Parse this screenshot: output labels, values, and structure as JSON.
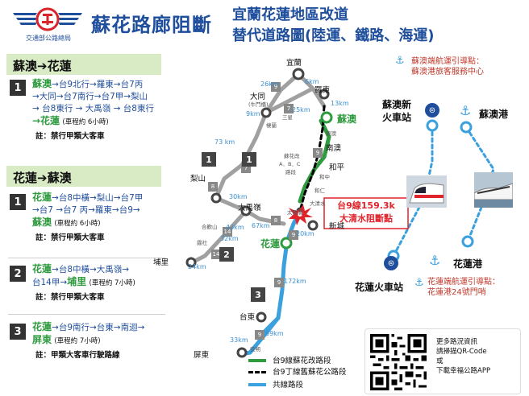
{
  "header": {
    "agency": "交通部公路總局",
    "title": "蘇花路廊阻斷",
    "subtitle_line1": "宜蘭花蓮地區改道",
    "subtitle_line2": "替代道路圖(陸運、鐵路、海運)"
  },
  "north_south": {
    "heading": "蘇澳➔花蓮",
    "option1": {
      "num": "1",
      "start": "蘇澳",
      "line1_rest": "→台9北行→羅東→台7丙",
      "line2": "→大同→台7南行→台7甲→梨山",
      "line3": "→ 台8東行 → 大禹嶺 → 台8東行",
      "end": "→花蓮",
      "time": "(車程約 6小時)",
      "note": "註：禁行甲類大客車"
    }
  },
  "south_north": {
    "heading": "花蓮➔蘇澳",
    "option1": {
      "num": "1",
      "start": "花蓮",
      "line1_rest": "→台8中橫→梨山→台7甲",
      "line2": "→台7 →台7 丙→羅東→台9→",
      "end": "蘇澳",
      "time": "(車程約 6小時)",
      "note": "註：禁行甲類大客車"
    },
    "option2": {
      "num": "2",
      "start": "花蓮",
      "line1_rest": "→台8中橫→大禹嶺→",
      "line2_pre": "台14甲→",
      "end": "埔里",
      "time": "(車程約 7小時)",
      "note": "註：禁行甲類大客車"
    },
    "option3": {
      "num": "3",
      "start": "花蓮",
      "line1_rest": "→台9南行→台東→南迴→",
      "end": "屏東",
      "time": "(車程約 7小時)",
      "note": "註：甲類大客車行駛路線"
    }
  },
  "map": {
    "places": {
      "yilan": "宜蘭",
      "luodong": "羅東",
      "datong": "大同",
      "datong_sub": "(牛鬥橋)",
      "jiuwan": "棲蘭",
      "sanxing": "三星",
      "suao": "蘇澳",
      "dongao": "東澳",
      "nanao": "南澳",
      "heping": "和平",
      "heren": "和仁",
      "qingshui": "大清水",
      "xincheng": "新城",
      "taroko": "太魯閣",
      "lishan": "梨山",
      "dayuling": "大禹嶺",
      "hehuan": "合歡山",
      "wushe": "霧社",
      "puli": "埔里",
      "hualien": "花蓮",
      "taitung": "台東",
      "anshuo": "安朔",
      "pingtung": "屏東",
      "suhua_improve": "蘇花改",
      "abc": "A．B．C",
      "section": "路段",
      "hecheng": "和中"
    },
    "distances": {
      "d_yilan_datong": "26km",
      "d_yilan_luodong": "6km",
      "d_datong_luodong": "25km",
      "d_luodong_suao": "13km",
      "d_datong_jiu": "9km",
      "d_jiu_lishan": "73 km",
      "d_lishan_dayu": "30km",
      "d_dayu_hualien": "67km",
      "d_hualien_xin": "20km",
      "d_dayu_wushe": "43km",
      "d_wushe_puli": "32km",
      "d_puli_end": "24km",
      "d_hualien_taitung": "172km",
      "d_taitung_south": "69km",
      "d_south_ping": "33km"
    },
    "route_badges": {
      "r9": "9",
      "r7a": "7",
      "r7b": "7",
      "r8a": "8",
      "r8b": "8",
      "r14": "14",
      "r14a": "14",
      "r9b": "9",
      "r9c": "9",
      "r9d": "9",
      "r9e": "9"
    },
    "block_badges": [
      "1",
      "1",
      "2",
      "3"
    ],
    "block_label_line1": "台9線159.3k",
    "block_label_line2": "大清水阻斷點",
    "hualien_green": "花蓮",
    "suao_green": "蘇澳"
  },
  "sea_rail": {
    "info_top_line1": "蘇澳端航運引導點：",
    "info_top_line2": "蘇澳港旅客服務中心",
    "suao_station_l1": "蘇澳新",
    "suao_station_l2": "火車站",
    "suao_port": "蘇澳港",
    "hualien_port": "花蓮港",
    "hualien_station": "花蓮火車站",
    "info_bot_line1": "花蓮端航運引導點：",
    "info_bot_line2": "花蓮港24號門哨"
  },
  "legend": {
    "item1": "台9線蘇花改路段",
    "item2": "台9丁線舊蘇花公路段",
    "item3": "共線路段"
  },
  "qr": {
    "line1": "更多路況資訊",
    "line2": "請掃描QR-Code",
    "line3": "或",
    "line4": "下載幸福公路APP"
  },
  "colors": {
    "brand_blue": "#1f4e9c",
    "green": "#2e9b3e",
    "light_blue": "#3aa0de",
    "block_red": "#e0242c",
    "panel_green": "#d8ebc4",
    "route_grey": "#a0a0a0"
  }
}
